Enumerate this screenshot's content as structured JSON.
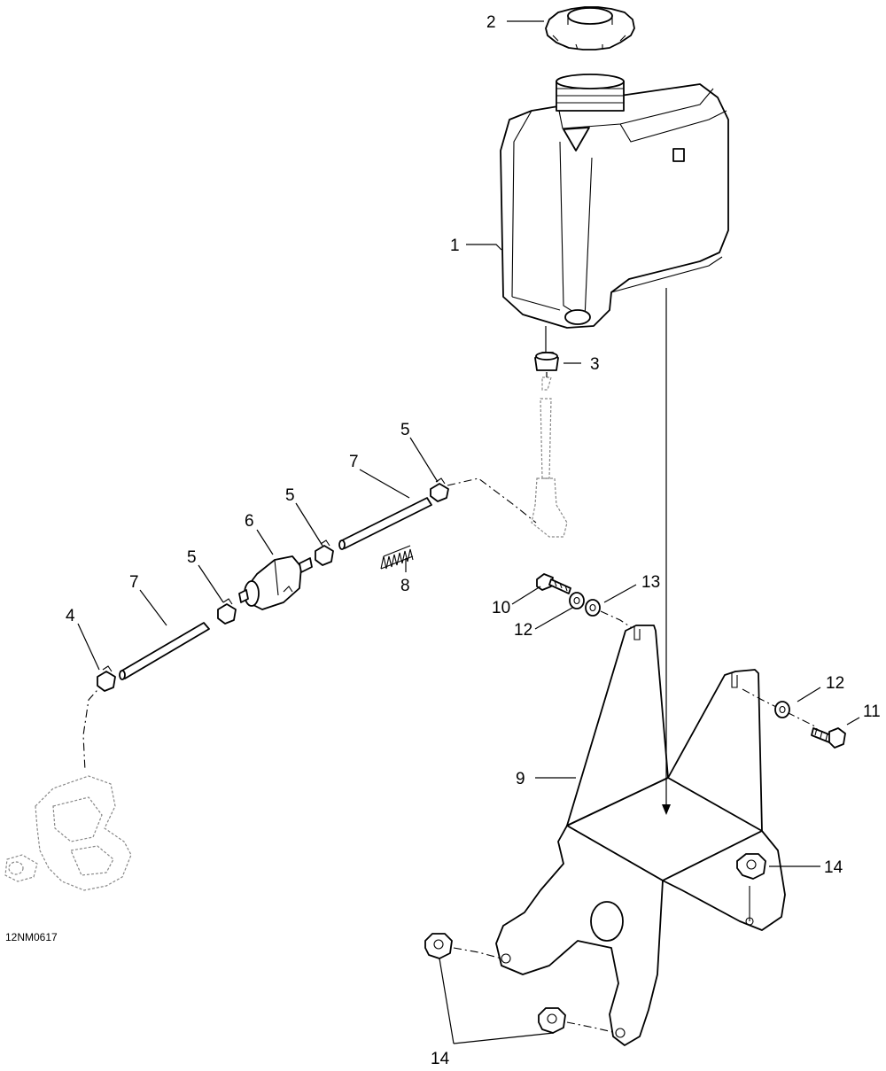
{
  "drawing_code": "12NM0617",
  "callouts": {
    "c1": "1",
    "c2": "2",
    "c3": "3",
    "c4": "4",
    "c5a": "5",
    "c5b": "5",
    "c5c": "5",
    "c6": "6",
    "c7a": "7",
    "c7b": "7",
    "c8": "8",
    "c9": "9",
    "c10": "10",
    "c11": "11",
    "c12a": "12",
    "c12b": "12",
    "c13": "13",
    "c14a": "14",
    "c14b": "14"
  }
}
